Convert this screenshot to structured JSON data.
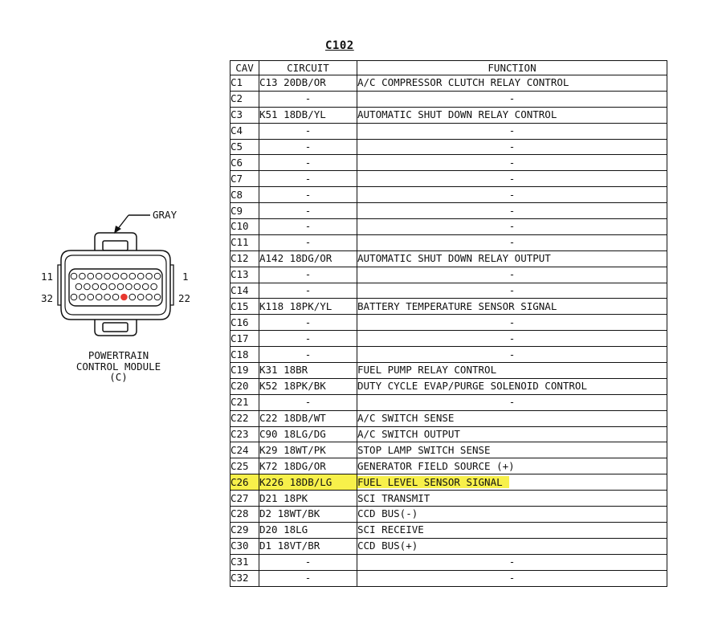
{
  "title": "C102",
  "headers": {
    "cav": "CAV",
    "circuit": "CIRCUIT",
    "function": "FUNCTION"
  },
  "connector": {
    "color_label": "GRAY",
    "pin_left_top": "11",
    "pin_right_top": "1",
    "pin_left_bottom": "32",
    "pin_right_bottom": "22",
    "caption_line1": "POWERTRAIN",
    "caption_line2": "CONTROL MODULE",
    "caption_line3": "(C)",
    "highlight_color": "#e8382f"
  },
  "highlight_row": "C26",
  "highlight_color": "#f7f04a",
  "rows": [
    {
      "cav": "C1",
      "circuit": "C13 20DB/OR",
      "function": "A/C COMPRESSOR CLUTCH RELAY CONTROL"
    },
    {
      "cav": "C2",
      "circuit": "-",
      "function": "-"
    },
    {
      "cav": "C3",
      "circuit": "K51 18DB/YL",
      "function": "AUTOMATIC SHUT DOWN RELAY CONTROL"
    },
    {
      "cav": "C4",
      "circuit": "-",
      "function": "-"
    },
    {
      "cav": "C5",
      "circuit": "-",
      "function": "-"
    },
    {
      "cav": "C6",
      "circuit": "-",
      "function": "-"
    },
    {
      "cav": "C7",
      "circuit": "-",
      "function": "-"
    },
    {
      "cav": "C8",
      "circuit": "-",
      "function": "-"
    },
    {
      "cav": "C9",
      "circuit": "-",
      "function": "-"
    },
    {
      "cav": "C10",
      "circuit": "-",
      "function": "-"
    },
    {
      "cav": "C11",
      "circuit": "-",
      "function": "-"
    },
    {
      "cav": "C12",
      "circuit": "A142 18DG/OR",
      "function": "AUTOMATIC SHUT DOWN RELAY OUTPUT"
    },
    {
      "cav": "C13",
      "circuit": "-",
      "function": "-"
    },
    {
      "cav": "C14",
      "circuit": "-",
      "function": "-"
    },
    {
      "cav": "C15",
      "circuit": "K118 18PK/YL",
      "function": "BATTERY TEMPERATURE SENSOR SIGNAL"
    },
    {
      "cav": "C16",
      "circuit": "-",
      "function": "-"
    },
    {
      "cav": "C17",
      "circuit": "-",
      "function": "-"
    },
    {
      "cav": "C18",
      "circuit": "-",
      "function": "-"
    },
    {
      "cav": "C19",
      "circuit": "K31 18BR",
      "function": "FUEL PUMP RELAY CONTROL"
    },
    {
      "cav": "C20",
      "circuit": "K52 18PK/BK",
      "function": "DUTY CYCLE EVAP/PURGE SOLENOID CONTROL"
    },
    {
      "cav": "C21",
      "circuit": "-",
      "function": "-"
    },
    {
      "cav": "C22",
      "circuit": "C22 18DB/WT",
      "function": "A/C SWITCH SENSE"
    },
    {
      "cav": "C23",
      "circuit": "C90 18LG/DG",
      "function": "A/C SWITCH OUTPUT"
    },
    {
      "cav": "C24",
      "circuit": "K29 18WT/PK",
      "function": "STOP LAMP SWITCH SENSE"
    },
    {
      "cav": "C25",
      "circuit": "K72 18DG/OR",
      "function": "GENERATOR FIELD SOURCE (+)"
    },
    {
      "cav": "C26",
      "circuit": "K226 18DB/LG",
      "function": "FUEL LEVEL SENSOR SIGNAL"
    },
    {
      "cav": "C27",
      "circuit": "D21 18PK",
      "function": "SCI TRANSMIT"
    },
    {
      "cav": "C28",
      "circuit": "D2 18WT/BK",
      "function": "CCD BUS(-)"
    },
    {
      "cav": "C29",
      "circuit": "D20 18LG",
      "function": "SCI RECEIVE"
    },
    {
      "cav": "C30",
      "circuit": "D1 18VT/BR",
      "function": "CCD BUS(+)"
    },
    {
      "cav": "C31",
      "circuit": "-",
      "function": "-"
    },
    {
      "cav": "C32",
      "circuit": "-",
      "function": "-"
    }
  ]
}
